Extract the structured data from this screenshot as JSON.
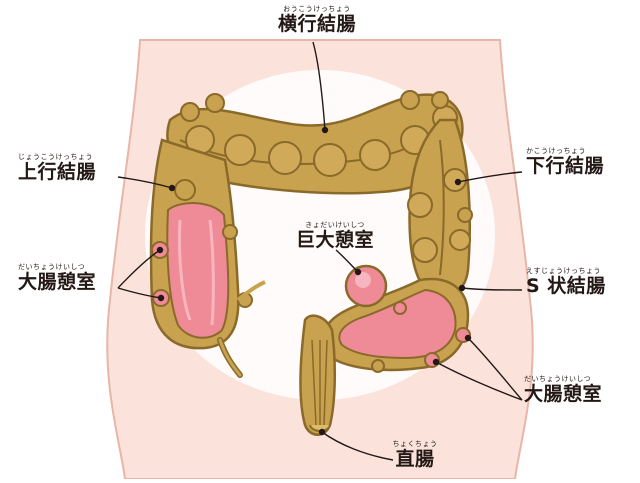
{
  "labels": {
    "transverse": {
      "ruby": "おうこうけっちょう",
      "text": "横行結腸"
    },
    "ascending": {
      "ruby": "じょうこうけっちょう",
      "text": "上行結腸"
    },
    "descending": {
      "ruby": "かこうけっちょう",
      "text": "下行結腸"
    },
    "diverticulum_left": {
      "ruby": "だいちょうけいしつ",
      "text": "大腸憩室"
    },
    "giant_diverticulum": {
      "ruby": "きょだいけいしつ",
      "text": "巨大憩室"
    },
    "sigmoid": {
      "ruby": "えすじょうけっちょう",
      "text": "S 状結腸"
    },
    "diverticulum_right": {
      "ruby": "だいちょうけいしつ",
      "text": "大腸憩室"
    },
    "rectum": {
      "ruby": "ちょくちょう",
      "text": "直腸"
    }
  },
  "colors": {
    "skin": "#fbe3dc",
    "skin_outline": "#e8b6a8",
    "colon": "#c9a24f",
    "colon_dark": "#8a6a2a",
    "colon_highlight": "#dcbb6a",
    "lumen": "#ef8a97",
    "lumen_light": "#f7b6bf",
    "line": "#231815"
  }
}
